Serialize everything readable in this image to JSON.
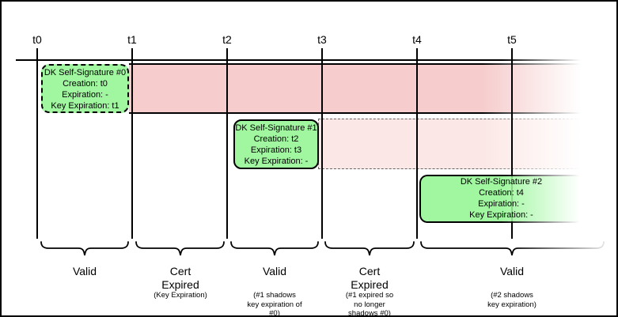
{
  "timeline": {
    "tick_labels": [
      "t0",
      "t1",
      "t2",
      "t3",
      "t4",
      "t5"
    ]
  },
  "signatures": [
    {
      "title": "DK Self-Signature #0",
      "creation": "Creation: t0",
      "expiration": "Expiration: -",
      "key_expiration": "Key Expiration: t1"
    },
    {
      "title": "DK Self-Signature #1",
      "creation": "Creation: t2",
      "expiration": "Expiration: t3",
      "key_expiration": "Key Expiration: -"
    },
    {
      "title": "DK Self-Signature #2",
      "creation": "Creation: t4",
      "expiration": "Expiration: -",
      "key_expiration": "Key Expiration: -"
    }
  ],
  "segments": [
    {
      "label": "Valid",
      "note": ""
    },
    {
      "label": "Cert\nExpired",
      "note": "(Key Expiration)"
    },
    {
      "label": "Valid",
      "note": "(#1 shadows\nkey expiration of\n#0)"
    },
    {
      "label": "Cert\nExpired",
      "note": "(#1 expired so\nno longer\nshadows #0)"
    },
    {
      "label": "Valid",
      "note": "(#2 shadows\nkey expiration)"
    }
  ],
  "colors": {
    "expired_band": "#f6cccc",
    "shadow_band": "#fbe7e5",
    "signature_box": "#a0f7a0",
    "line": "#000000"
  }
}
